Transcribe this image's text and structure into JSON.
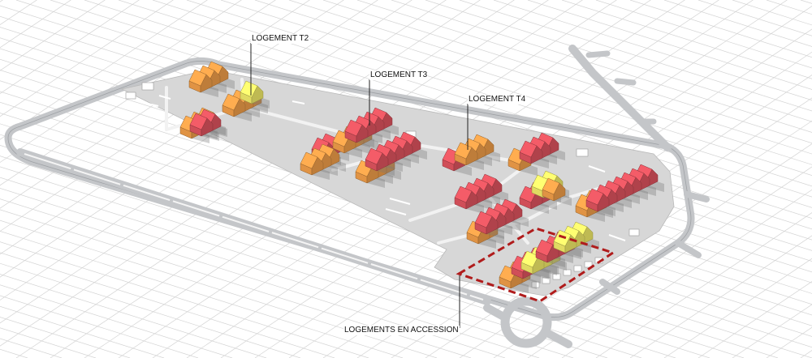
{
  "labels": {
    "t2": "LOGEMENT T2",
    "t3": "LOGEMENT T3",
    "t4": "LOGEMENT T4",
    "accession": "LOGEMENTS  EN ACCESSION"
  },
  "colors": {
    "t2": "#f5ee6a",
    "t3": "#e25560",
    "t4": "#f4a04a",
    "road": "#c8cacd",
    "site": "#d9d9d9",
    "grid": "#d3d3d3",
    "accession_outline": "#b01c1c"
  }
}
